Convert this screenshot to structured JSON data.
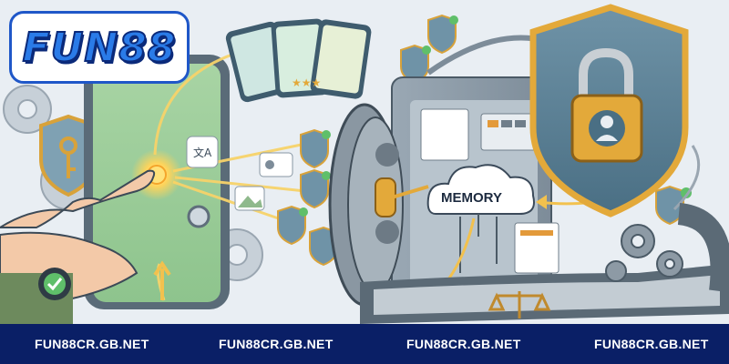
{
  "logo": {
    "text": "FUN88"
  },
  "illustration": {
    "memory_label": "MEMORY",
    "icons": [
      "hand-pointer-icon",
      "smartphone-icon",
      "padlock-shield-icon",
      "vault-icon",
      "cloud-icon",
      "user-shield-icon",
      "gear-icon",
      "translate-icon",
      "key-shield-icon",
      "scales-icon",
      "film-strip-icon"
    ]
  },
  "footer": {
    "items": [
      "FUN88CR.GB.NET",
      "FUN88CR.GB.NET",
      "FUN88CR.GB.NET",
      "FUN88CR.GB.NET"
    ]
  },
  "colors": {
    "footer_bg": "#0a1f66",
    "logo_border": "#1f57c8",
    "shield_gold": "#e3a93a",
    "glow": "#ffcf4a"
  }
}
